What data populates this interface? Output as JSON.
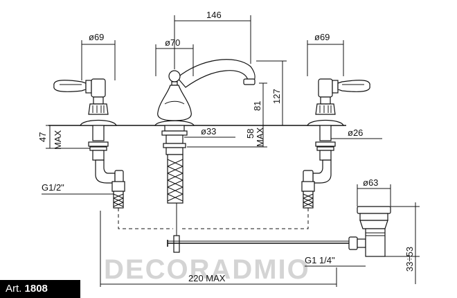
{
  "dimensions": {
    "width_146": "146",
    "dia_69_left": "ø69",
    "dia_70": "ø70",
    "dia_69_right": "ø69",
    "height_127": "127",
    "height_81": "81",
    "height_58": "58",
    "max_58": "MAX",
    "height_47": "47",
    "max_47": "MAX",
    "dia_33": "ø33",
    "dia_26": "ø26",
    "thread_g12": "G1/2\"",
    "dia_63": "ø63",
    "thread_g114": "G1 1/4\"",
    "range_33_53": "33÷53",
    "width_220": "220 MAX"
  },
  "watermark": "DECORADMIO",
  "article": {
    "prefix": "Art.",
    "number": "1808"
  }
}
